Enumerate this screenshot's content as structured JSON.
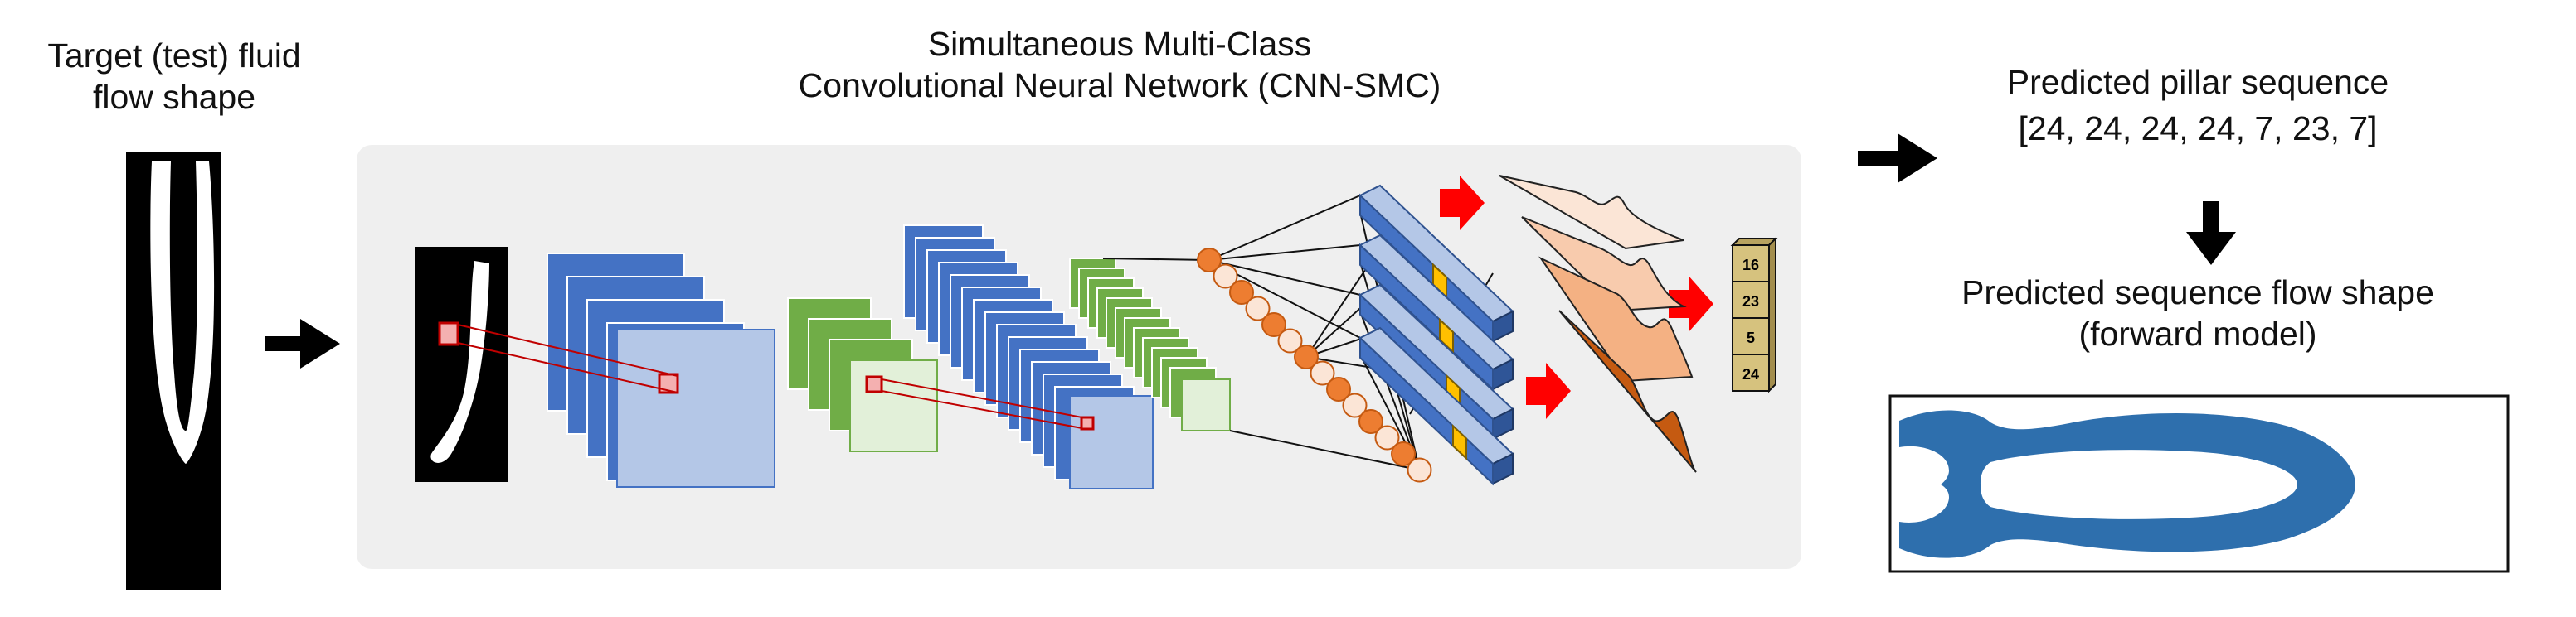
{
  "target": {
    "title_line1": "Target (test) fluid",
    "title_line2": "flow shape"
  },
  "network": {
    "title_line1": "Simultaneous Multi-Class",
    "title_line2": "Convolutional Neural Network (CNN-SMC)",
    "output_stack_values": [
      "16",
      "23",
      "5",
      "24"
    ]
  },
  "prediction": {
    "sequence_title": "Predicted pillar sequence",
    "sequence_values": "[24, 24, 24, 24, 7, 23, 7]",
    "flow_title_line1": "Predicted sequence flow shape",
    "flow_title_line2": "(forward model)"
  },
  "colors": {
    "panel_bg": "#efefef",
    "layer_blue_dark": "#4472c4",
    "layer_blue_light": "#b4c7e7",
    "layer_green_dark": "#70ad47",
    "layer_green_light": "#e2f0d9",
    "node_orange": "#ed7d31",
    "node_light": "#fbe5d6",
    "arrow_red": "#ff0000",
    "flow_blue": "#2e6fad",
    "output_tan": "#d6c27e"
  }
}
